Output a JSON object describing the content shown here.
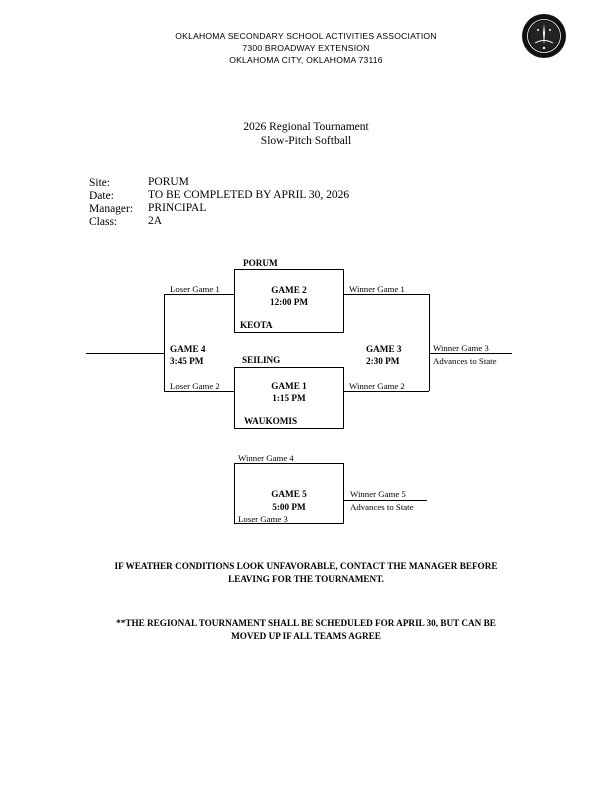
{
  "header": {
    "org_line1": "OKLAHOMA SECONDARY SCHOOL ACTIVITIES ASSOCIATION",
    "org_line2": "7300 BROADWAY EXTENSION",
    "org_line3": "OKLAHOMA CITY, OKLAHOMA 73116"
  },
  "title": {
    "line1": "2026 Regional Tournament",
    "line2": "Slow-Pitch Softball"
  },
  "info": {
    "site_label": "Site:",
    "site_value": "PORUM",
    "date_label": "Date:",
    "date_value": "TO BE COMPLETED BY APRIL 30, 2026",
    "manager_label": "Manager:",
    "manager_value": "PRINCIPAL",
    "class_label": "Class:",
    "class_value": "2A"
  },
  "bracket": {
    "team_porum": "PORUM",
    "team_keota": "KEOTA",
    "team_seiling": "SEILING",
    "team_waukomis": "WAUKOMIS",
    "game2_name": "GAME 2",
    "game2_time": "12:00 PM",
    "game1_name": "GAME 1",
    "game1_time": "1:15 PM",
    "game4_name": "GAME 4",
    "game4_time": "3:45 PM",
    "game3_name": "GAME 3",
    "game3_time": "2:30 PM",
    "game5_name": "GAME 5",
    "game5_time": "5:00 PM",
    "loser_game1": "Loser Game 1",
    "loser_game2": "Loser Game 2",
    "winner_game1": "Winner Game 1",
    "winner_game2": "Winner Game 2",
    "winner_game3": "Winner Game 3",
    "advances_state_1": "Advances to State",
    "winner_game4": "Winner Game 4",
    "loser_game3": "Loser Game 3",
    "winner_game5": "Winner Game 5",
    "advances_state_2": "Advances to State"
  },
  "notes": {
    "weather_line1": "IF WEATHER CONDITIONS LOOK UNFAVORABLE, CONTACT THE MANAGER BEFORE",
    "weather_line2": "LEAVING FOR THE TOURNAMENT.",
    "schedule_line1": "**THE REGIONAL TOURNAMENT SHALL BE SCHEDULED FOR APRIL 30, BUT CAN BE",
    "schedule_line2": "MOVED UP IF ALL TEAMS AGREE"
  }
}
